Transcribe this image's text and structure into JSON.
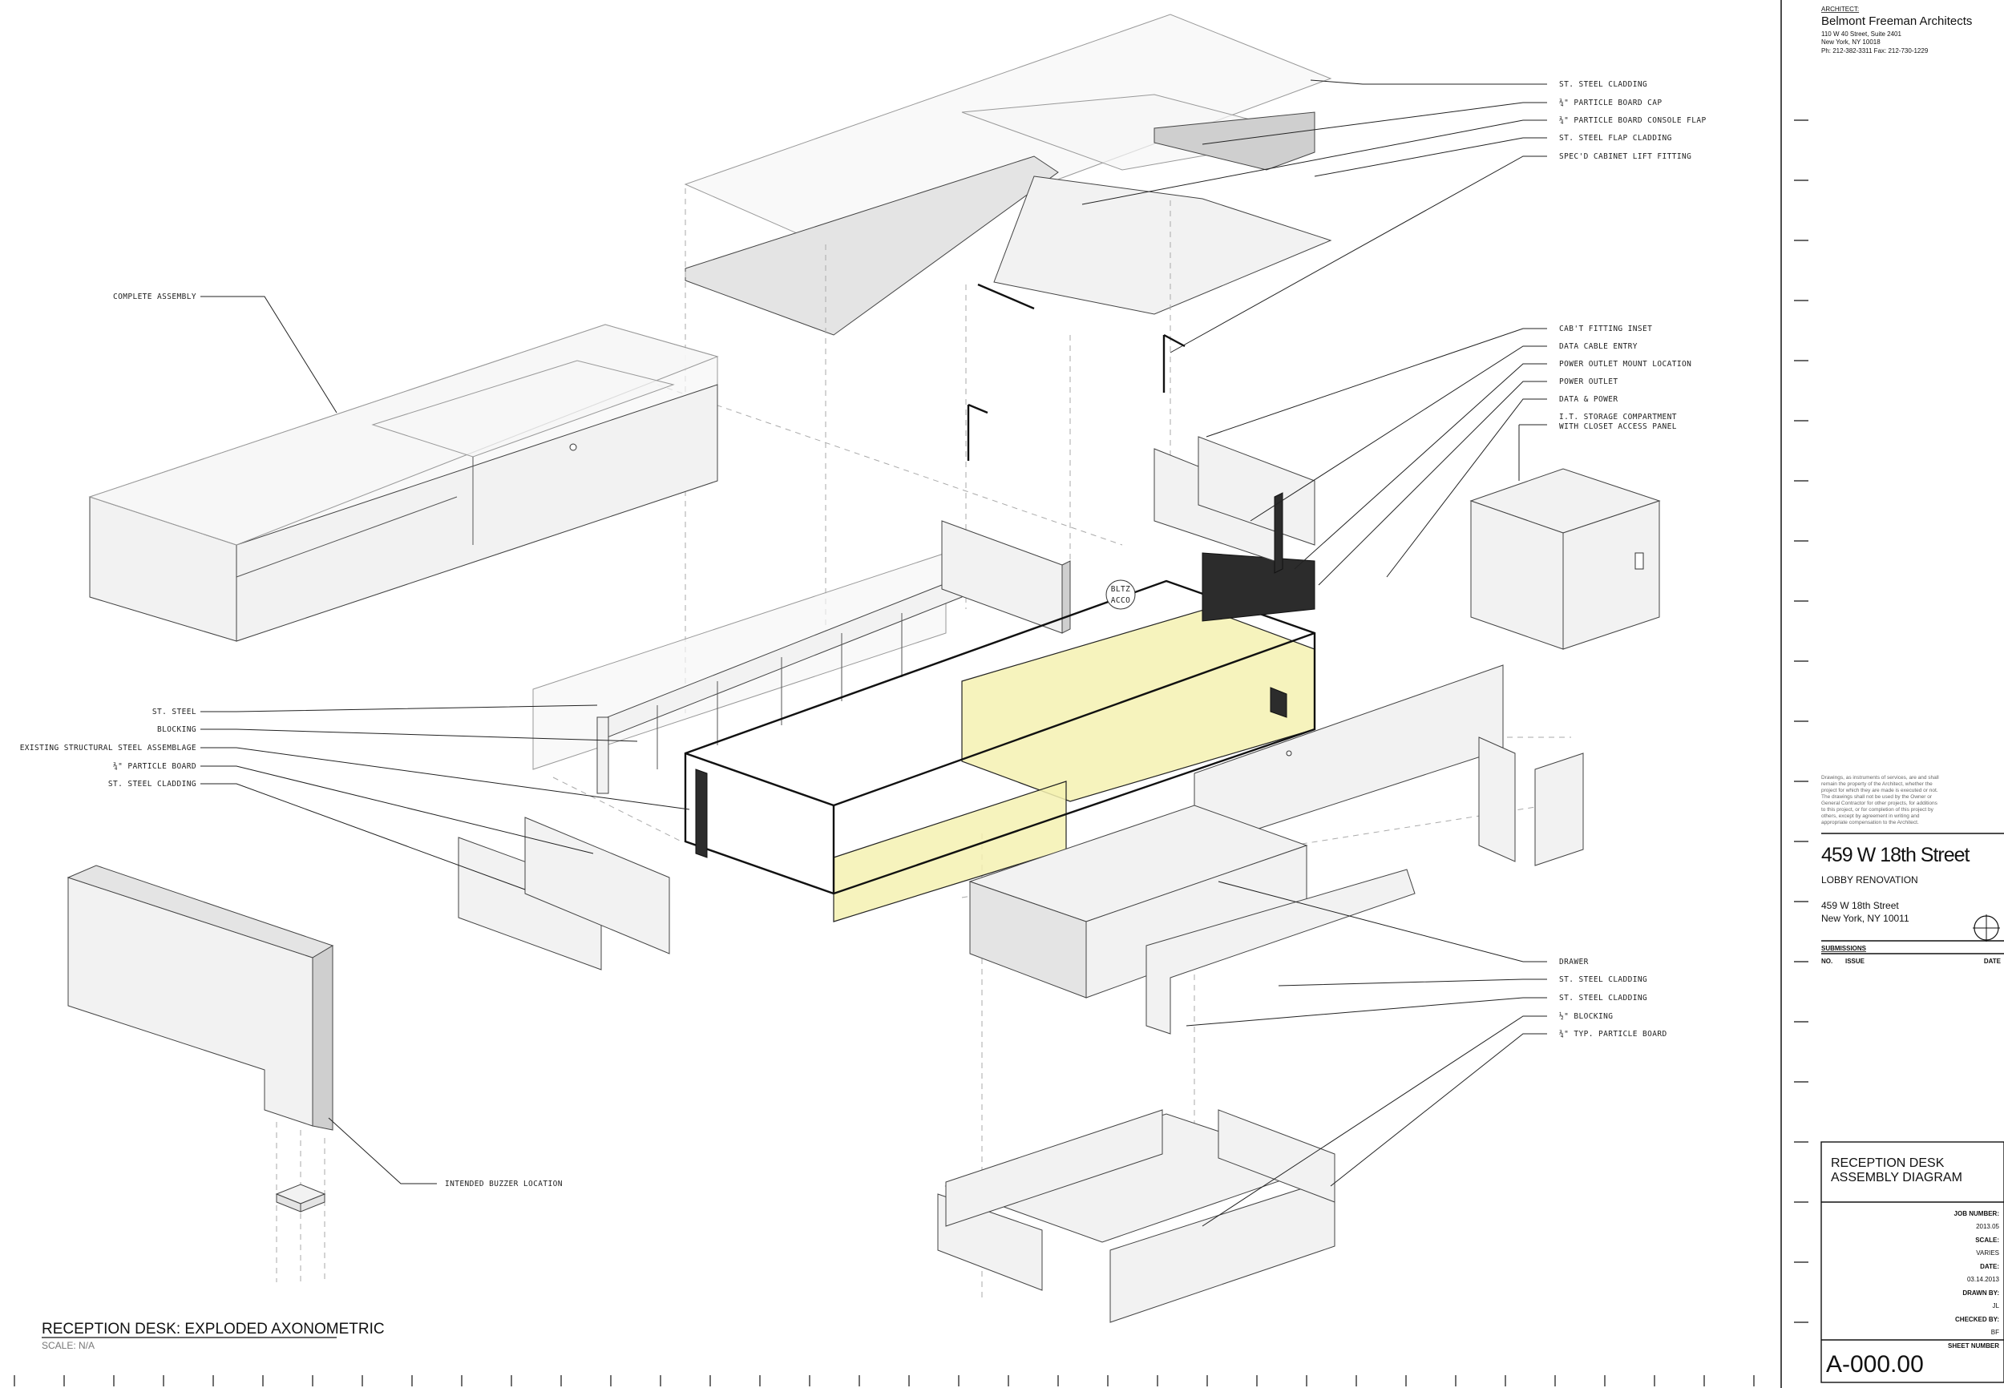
{
  "title_block": {
    "architect_label": "ARCHITECT:",
    "architect_name": "Belmont Freeman Architects",
    "address_line1": "110 W 40 Street, Suite 2401",
    "address_line2": "New York, NY  10018",
    "phone_fax": "Ph: 212-382-3311   Fax: 212-730-1229",
    "disclaimer": [
      "Drawings, as instruments of services, are and shall",
      "remain the property of the Architect, whether the",
      "project for which they are made is executed or not.",
      "The drawings shall not be used by the Owner or",
      "General Contractor for other projects, for additions",
      "to this project, or for completion of this project by",
      "others, except by agreement in writing and",
      "appropriate compensation to the Architect."
    ],
    "project_name": "459 W 18th Street",
    "project_subtitle": "LOBBY RENOVATION",
    "project_address1": "459 W 18th Street",
    "project_address2": "New York, NY 10011",
    "submissions_label": "SUBMISSIONS",
    "col_no": "NO.",
    "col_issue": "ISSUE",
    "col_date": "DATE",
    "sheet_title1": "RECEPTION DESK",
    "sheet_title2": "ASSEMBLY DIAGRAM",
    "job_number_label": "JOB NUMBER:",
    "job_number": "2013.05",
    "scale_label": "SCALE:",
    "scale": "VARIES",
    "date_label": "DATE:",
    "date": "03.14.2013",
    "drawn_by_label": "DRAWN BY:",
    "drawn_by": "JL",
    "checked_by_label": "CHECKED BY:",
    "checked_by": "BF",
    "sheet_number_label": "SHEET NUMBER",
    "sheet_number": "A-000.00"
  },
  "drawing_title": {
    "title": "RECEPTION DESK: EXPLODED AXONOMETRIC",
    "scale": "SCALE: N/A"
  },
  "callouts": {
    "right_top": [
      "ST. STEEL CLADDING",
      "¾\" PARTICLE BOARD CAP",
      "¾\" PARTICLE BOARD CONSOLE FLAP",
      "ST. STEEL FLAP CLADDING",
      "SPEC'D CABINET LIFT FITTING"
    ],
    "right_mid": [
      "CAB'T FITTING INSET",
      "DATA CABLE ENTRY",
      "POWER OUTLET MOUNT LOCATION",
      "POWER OUTLET",
      "DATA & POWER",
      "I.T. STORAGE COMPARTMENT",
      "WITH CLOSET ACCESS PANEL"
    ],
    "right_bottom": [
      "DRAWER",
      "ST. STEEL CLADDING",
      "ST. STEEL CLADDING",
      "½\" BLOCKING",
      "¾\" TYP. PARTICLE BOARD"
    ],
    "left": [
      "ST. STEEL",
      "BLOCKING",
      "EXISTING STRUCTURAL STEEL ASSEMBLAGE",
      "¾\" PARTICLE BOARD",
      "ST. STEEL CLADDING"
    ],
    "complete_assembly": "COMPLETE ASSEMBLY",
    "buzzer": "INTENDED BUZZER LOCATION",
    "tag_top": "BLTZ",
    "tag_bottom": "ACCO"
  }
}
